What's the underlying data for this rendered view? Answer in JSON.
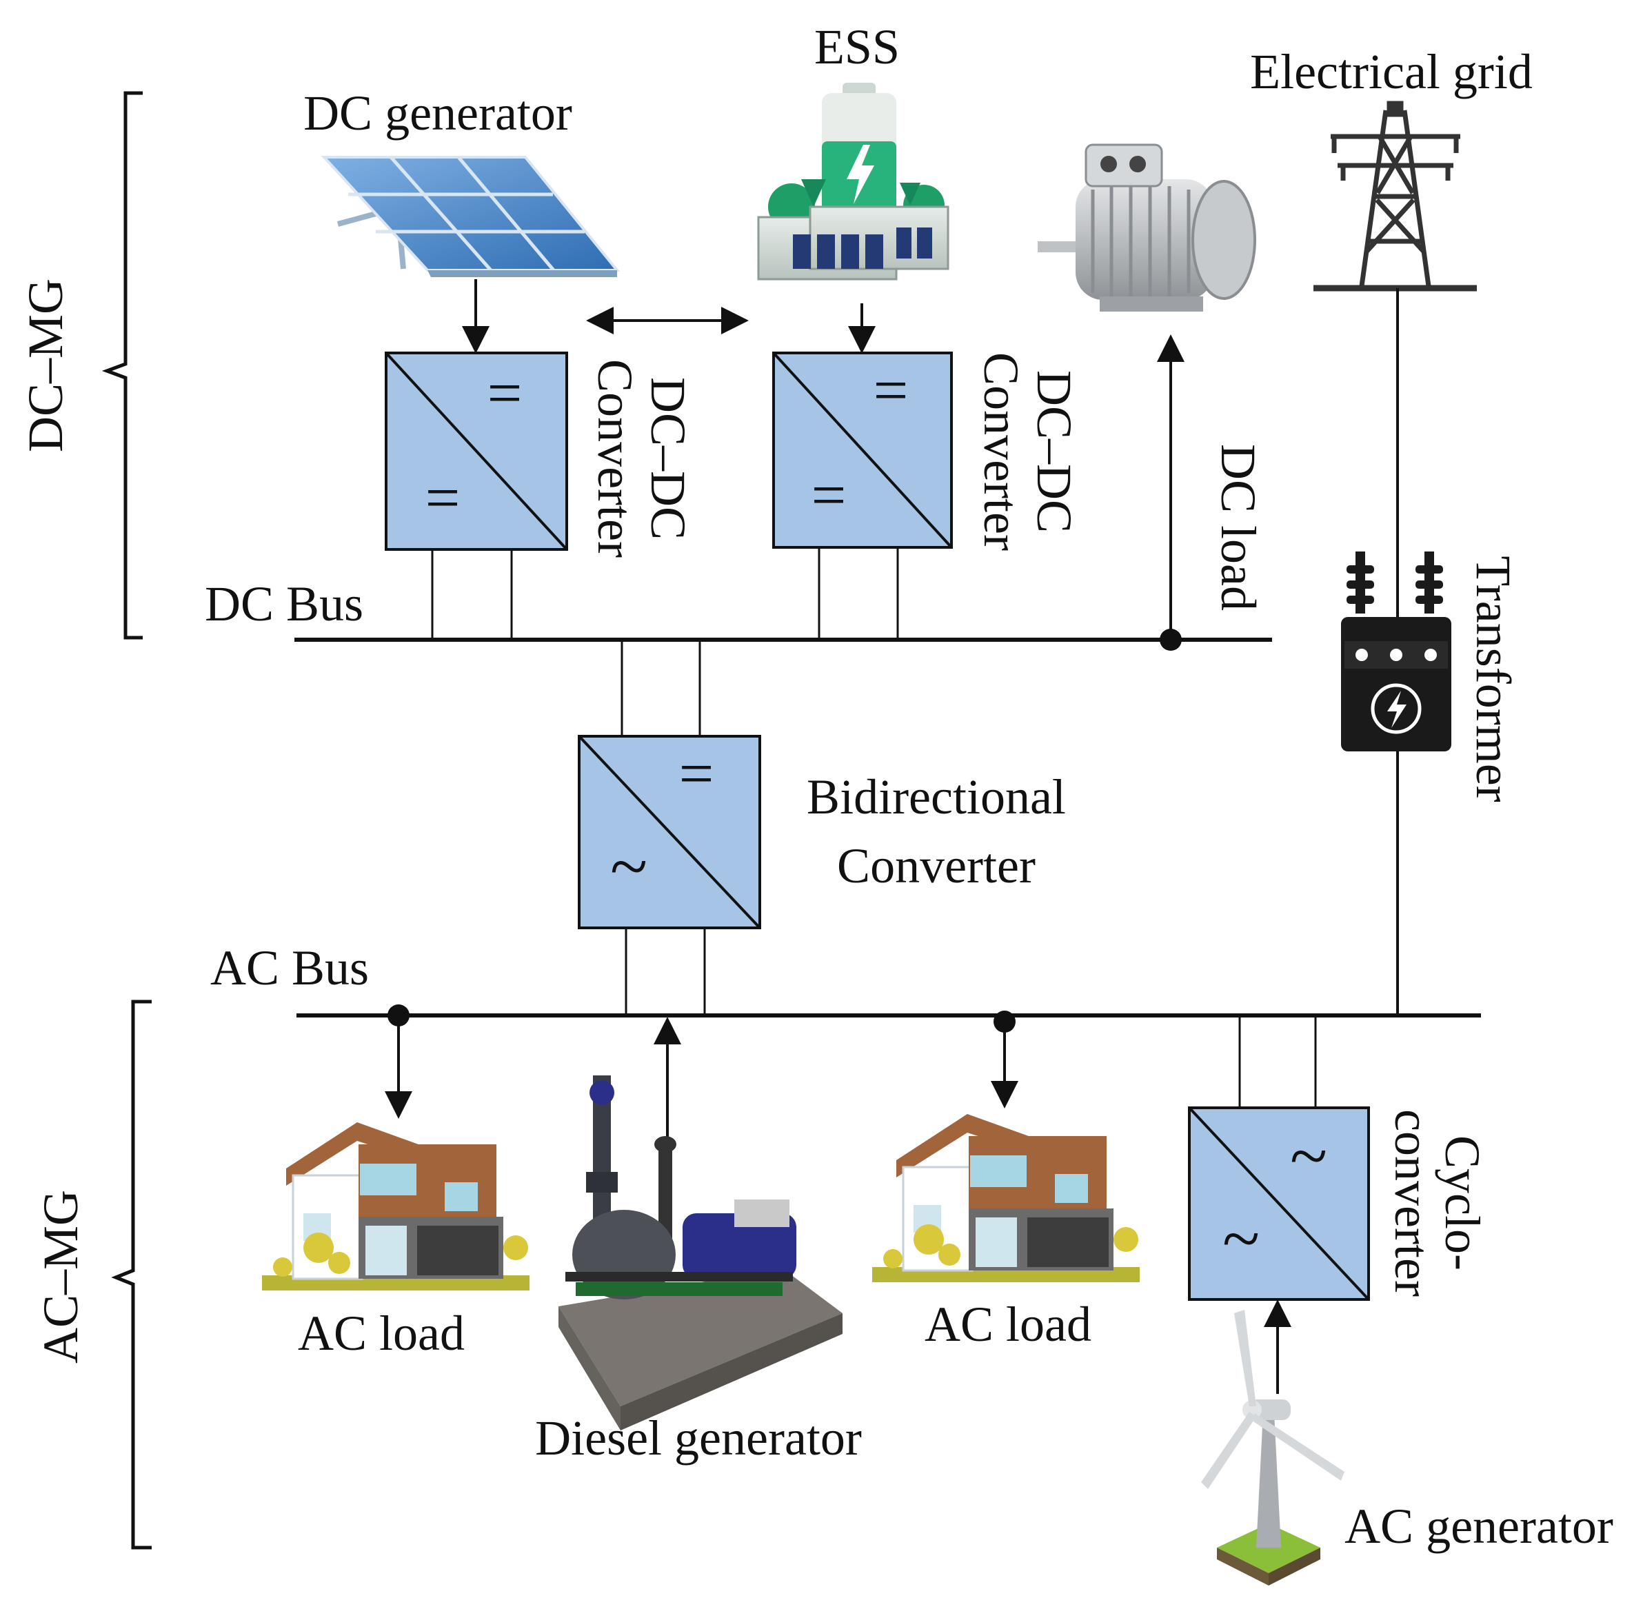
{
  "labels": {
    "dc_mg": "DC–MG",
    "ac_mg": "AC–MG",
    "dc_generator": "DC generator",
    "ess": "ESS",
    "electrical_grid": "Electrical grid",
    "dc_bus": "DC Bus",
    "ac_bus": "AC Bus",
    "dcdc_converter_1_line1": "DC–DC",
    "dcdc_converter_1_line2": "Converter",
    "dcdc_converter_2_line1": "DC–DC",
    "dcdc_converter_2_line2": "Converter",
    "dc_load": "DC load",
    "transformer": "Transformer",
    "bidirectional_line1": "Bidirectional",
    "bidirectional_line2": "Converter",
    "ac_load_1": "AC load",
    "ac_load_2": "AC load",
    "diesel_generator": "Diesel generator",
    "cyclo_line1": "Cyclo-",
    "cyclo_line2": "converter",
    "ac_generator": "AC generator"
  },
  "converter_symbols": {
    "dc": "=",
    "ac": "~"
  },
  "colors": {
    "converter_fill": "#a6c5e6",
    "line": "#111111",
    "ess_green": "#27b37a",
    "solar_blue": "#4f86c6",
    "roof_brown": "#a2643a",
    "lawn": "#b8b536",
    "tree": "#d8c83a",
    "motor_grey": "#b9bcc0",
    "transformer_black": "#1a1a1a",
    "diesel_blue": "#2c2f8a"
  }
}
